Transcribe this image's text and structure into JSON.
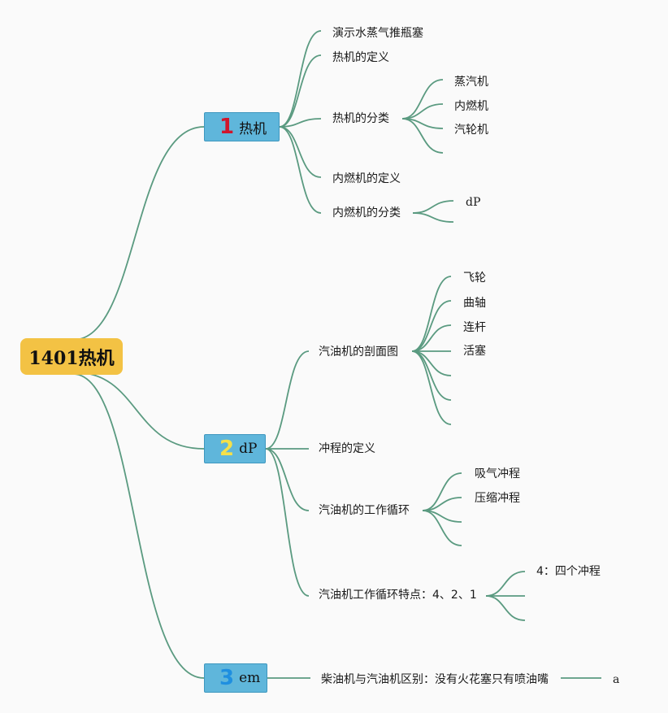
{
  "root": {
    "label": "1401热机"
  },
  "branches": [
    {
      "number": "1",
      "number_color": "#d0162c",
      "label": "热机",
      "children": [
        {
          "label": "演示水蒸气推瓶塞"
        },
        {
          "label": "热机的定义"
        },
        {
          "label": "热机的分类",
          "children": [
            "蒸汽机",
            "内燃机",
            "汽轮机",
            ""
          ]
        },
        {
          "label": "内燃机的定义"
        },
        {
          "label": "内燃机的分类",
          "children": [
            "dP",
            ""
          ]
        }
      ]
    },
    {
      "number": "2",
      "number_color": "#f5e04a",
      "label": "dP",
      "children": [
        {
          "label": "汽油机的剖面图",
          "children": [
            "飞轮",
            "曲轴",
            "连杆",
            "活塞",
            "",
            "",
            ""
          ]
        },
        {
          "label": "冲程的定义"
        },
        {
          "label": "汽油机的工作循环",
          "children": [
            "吸气冲程",
            "压缩冲程",
            "",
            ""
          ]
        },
        {
          "label": "汽油机工作循环特点：4、2、1",
          "children": [
            "4：四个冲程",
            "",
            ""
          ]
        }
      ]
    },
    {
      "number": "3",
      "number_color": "#1f8fe0",
      "label": "em",
      "children": [
        {
          "label": "柴油机与汽油机区别：没有火花塞只有喷油嘴",
          "children": [
            "a"
          ]
        }
      ]
    }
  ],
  "colors": {
    "connector": "#5a9a80",
    "root_fill": "#f3c244",
    "branch_fill": "#5fb6db"
  }
}
